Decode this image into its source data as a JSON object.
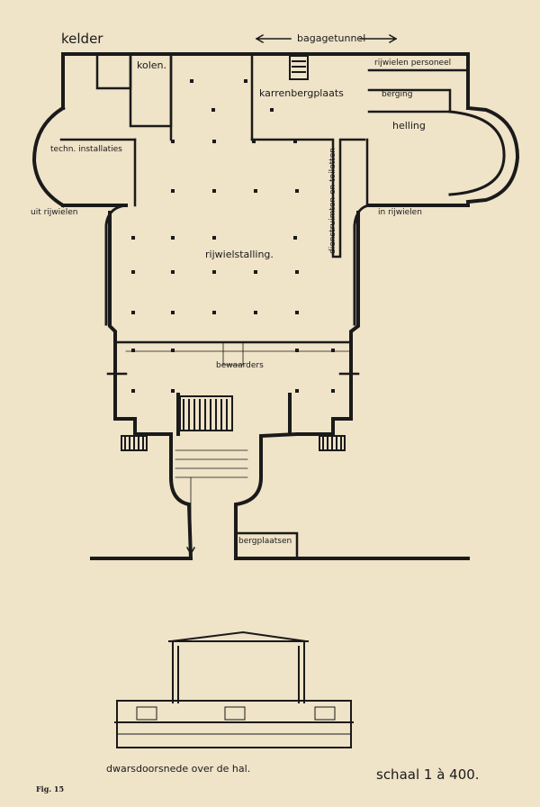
{
  "labels": {
    "kelder": "kelder",
    "bagagetunnel": "bagagetunnel",
    "kolen": "kolen.",
    "karrenbergplaats": "karrenbergplaats",
    "rijwielen_personeel": "rijwielen personeel",
    "berging": "berging",
    "helling": "helling",
    "techn_installaties": "techn. installaties",
    "uit_rijwielen": "uit rijwielen",
    "in_rijwielen": "in rijwielen",
    "dienstruimten": "dienstruimten en toiletten",
    "rijwielstalling": "rijwielstalling.",
    "bewaarders": "bewaarders",
    "bergplaatsen": "bergplaatsen",
    "section_caption": "dwarsdoorsnede over de hal.",
    "scale": "schaal 1 à 400.",
    "figure_number": "Fig. 15"
  },
  "colors": {
    "paper": "#efe3c8",
    "ink": "#1a1a1a"
  }
}
